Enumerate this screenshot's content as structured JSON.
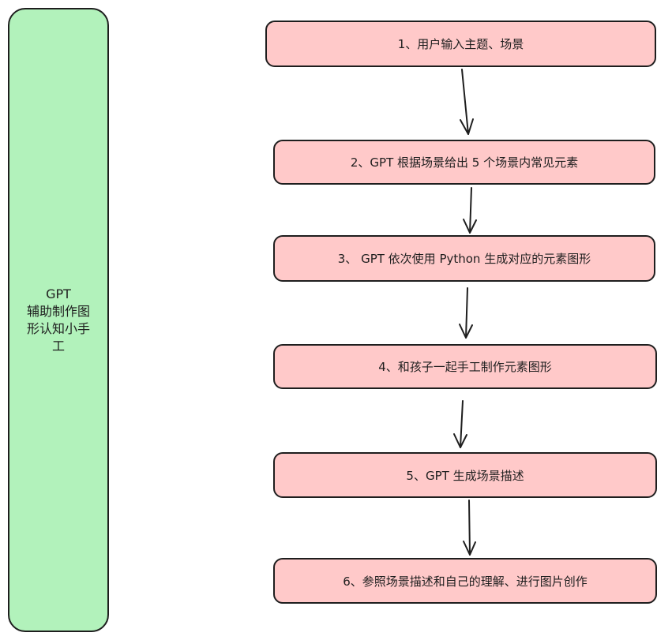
{
  "sidebar": {
    "label": "GPT\n辅助制作图\n形认知小手\n工"
  },
  "steps": [
    {
      "label": "1、用户输入主题、场景"
    },
    {
      "label": "2、GPT 根据场景给出 5 个场景内常见元素"
    },
    {
      "label": "3、 GPT 依次使用 Python 生成对应的元素图形"
    },
    {
      "label": "4、和孩子一起手工制作元素图形"
    },
    {
      "label": "5、GPT 生成场景描述"
    },
    {
      "label": "6、参照场景描述和自己的理解、进行图片创作"
    }
  ],
  "colors": {
    "sidebar_fill": "#b2f2bb",
    "step_fill": "#ffc9c9",
    "stroke": "#1e1e1e"
  }
}
